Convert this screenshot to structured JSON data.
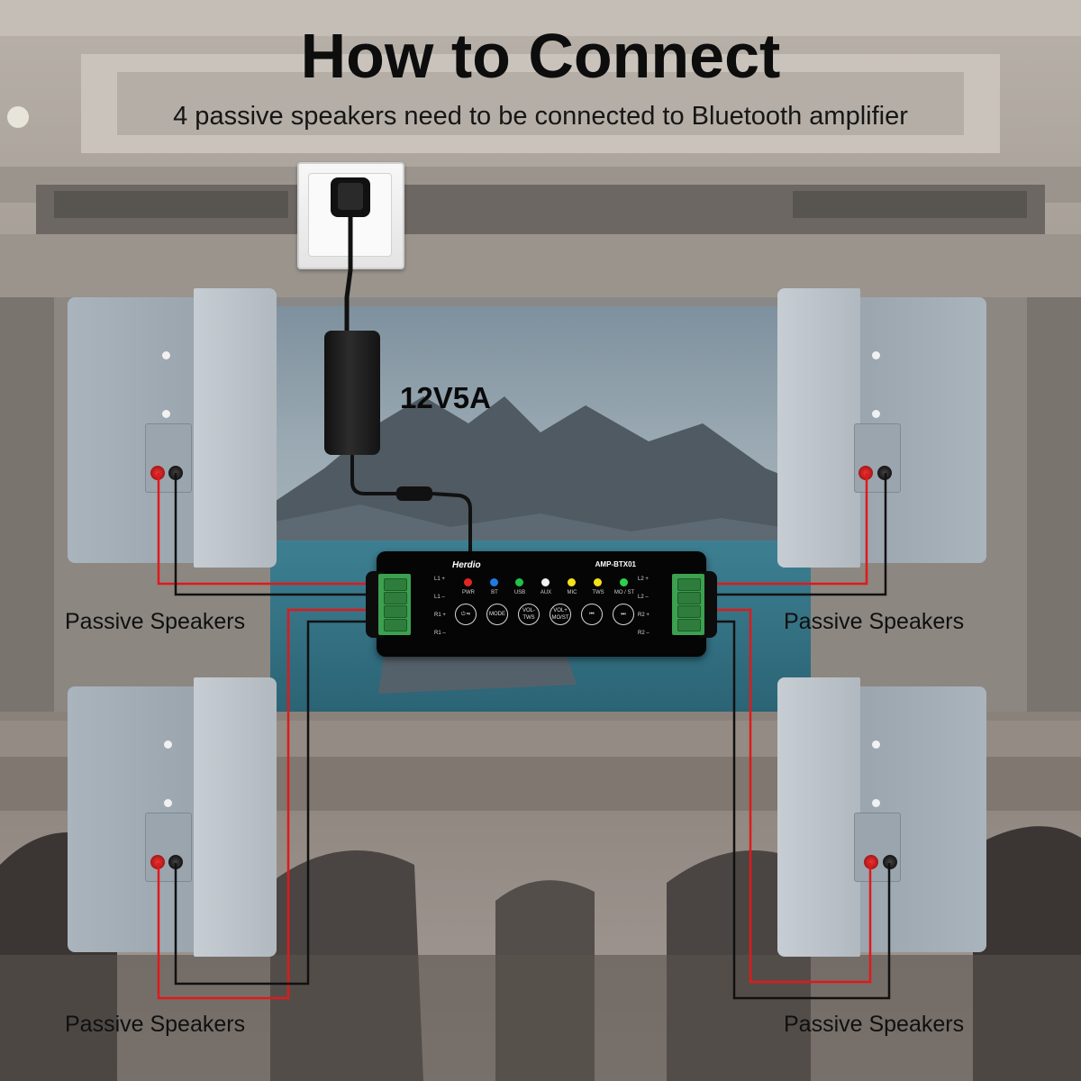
{
  "title": "How to Connect",
  "subtitle": "4 passive speakers need to be connected to  Bluetooth amplifier",
  "power_label": "12V5A",
  "speaker_label": "Passive Speakers",
  "amplifier": {
    "brand": "Herdio",
    "model": "AMP-BTX01",
    "indicators": [
      "PWR",
      "BT",
      "USB",
      "AUX",
      "MIC",
      "TWS",
      "MO / ST"
    ],
    "indicator_colors": [
      "#e52421",
      "#1e7be0",
      "#1fc24a",
      "#f2f2f2",
      "#f4e21c",
      "#f4e21c",
      "#2fd14a"
    ],
    "buttons": [
      "⏻ ⏯",
      "MODE",
      "VOL- TWS",
      "VOL+ MO/ST",
      "⏮",
      "⏭"
    ],
    "left_channels": [
      "L1 +",
      "L1 –",
      "R1 +",
      "R1 –"
    ],
    "right_channels": [
      "L2 +",
      "L2 –",
      "R2 +",
      "R2 –"
    ]
  },
  "wire_colors": {
    "positive": "#e0191b",
    "negative": "#111111"
  }
}
